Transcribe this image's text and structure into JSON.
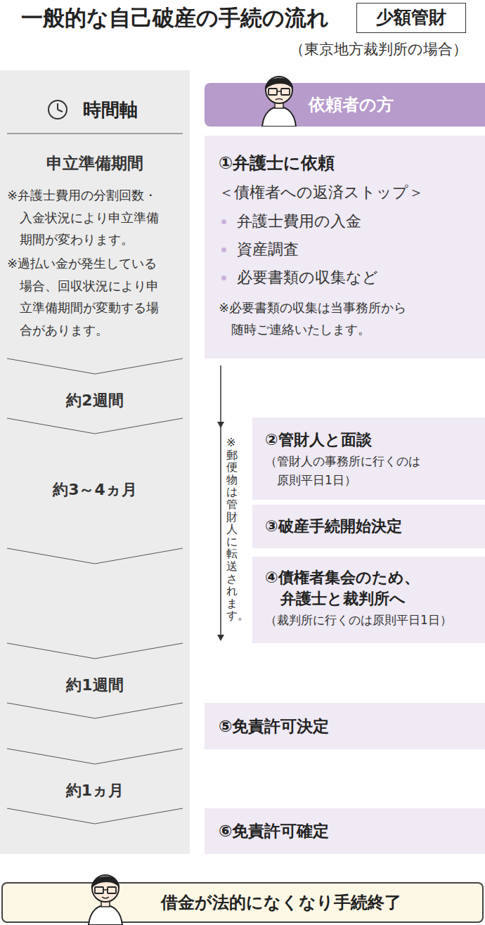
{
  "diagram": {
    "title": "一般的な自己破産の手続の流れ",
    "nodes": [
      {
        "text": [
          "少額管財"
        ]
      },
      {
        "text": [
          "時間軸",
          "申立準備期間",
          "※弁護士費用の分割回数・入金状況により申立準備期間が変わります。",
          "※過払い金が発生している場合、回収状況により申立準備期間が変動する場合があります。",
          "約2週間",
          "約3～4ヵ月",
          "約1週間",
          "約1ヵ月"
        ]
      },
      {
        "text": [
          "依頼者の方"
        ]
      },
      {
        "text": [
          "①弁護士に依頼",
          "＜債権者への返済ストップ＞",
          "弁護士費用の入金",
          "資産調査",
          "必要書類の収集など",
          "※必要書類の収集は当事務所から随時ご連絡いたします。"
        ]
      },
      {
        "text": [
          "②管財人と面談",
          "（管財人の事務所に行くのは原則平日1日）"
        ]
      },
      {
        "text": [
          "③破産手続開始決定"
        ]
      },
      {
        "text": [
          "④債権者集会のため、弁護士と裁判所へ",
          "（裁判所に行くのは原則平日1日）"
        ]
      },
      {
        "text": [
          "⑤免責許可決定"
        ]
      },
      {
        "text": [
          "⑥免責許可確定"
        ]
      },
      {
        "text": [
          "借金が法的になくなり手続終了"
        ]
      }
    ],
    "labels": [
      "（東京地方裁判所の場合）",
      "※郵便物は管財人に転送されます。"
    ]
  }
}
